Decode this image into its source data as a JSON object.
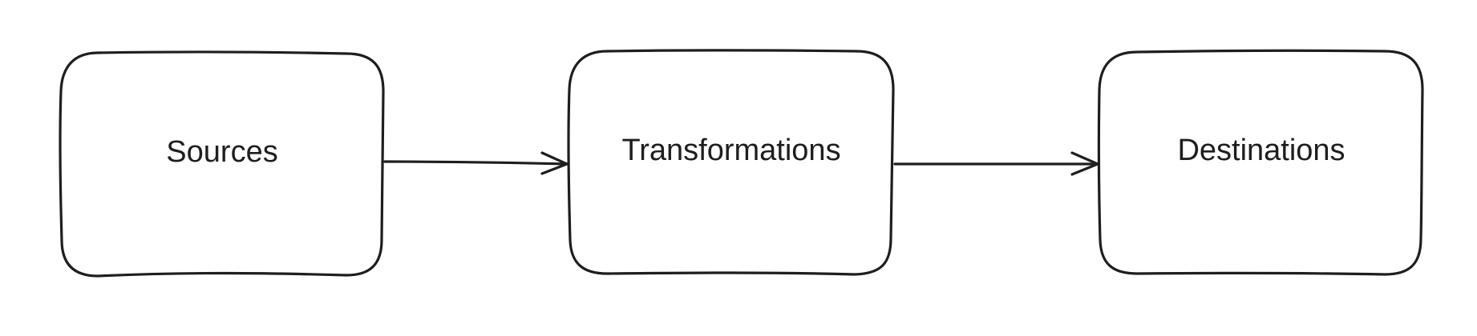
{
  "diagram": {
    "nodes": [
      {
        "id": "sources",
        "label": "Sources"
      },
      {
        "id": "transformations",
        "label": "Transformations"
      },
      {
        "id": "destinations",
        "label": "Destinations"
      }
    ],
    "edges": [
      {
        "from": "sources",
        "to": "transformations"
      },
      {
        "from": "transformations",
        "to": "destinations"
      }
    ],
    "stroke_color": "#1e1e1e",
    "background_color": "#ffffff"
  }
}
